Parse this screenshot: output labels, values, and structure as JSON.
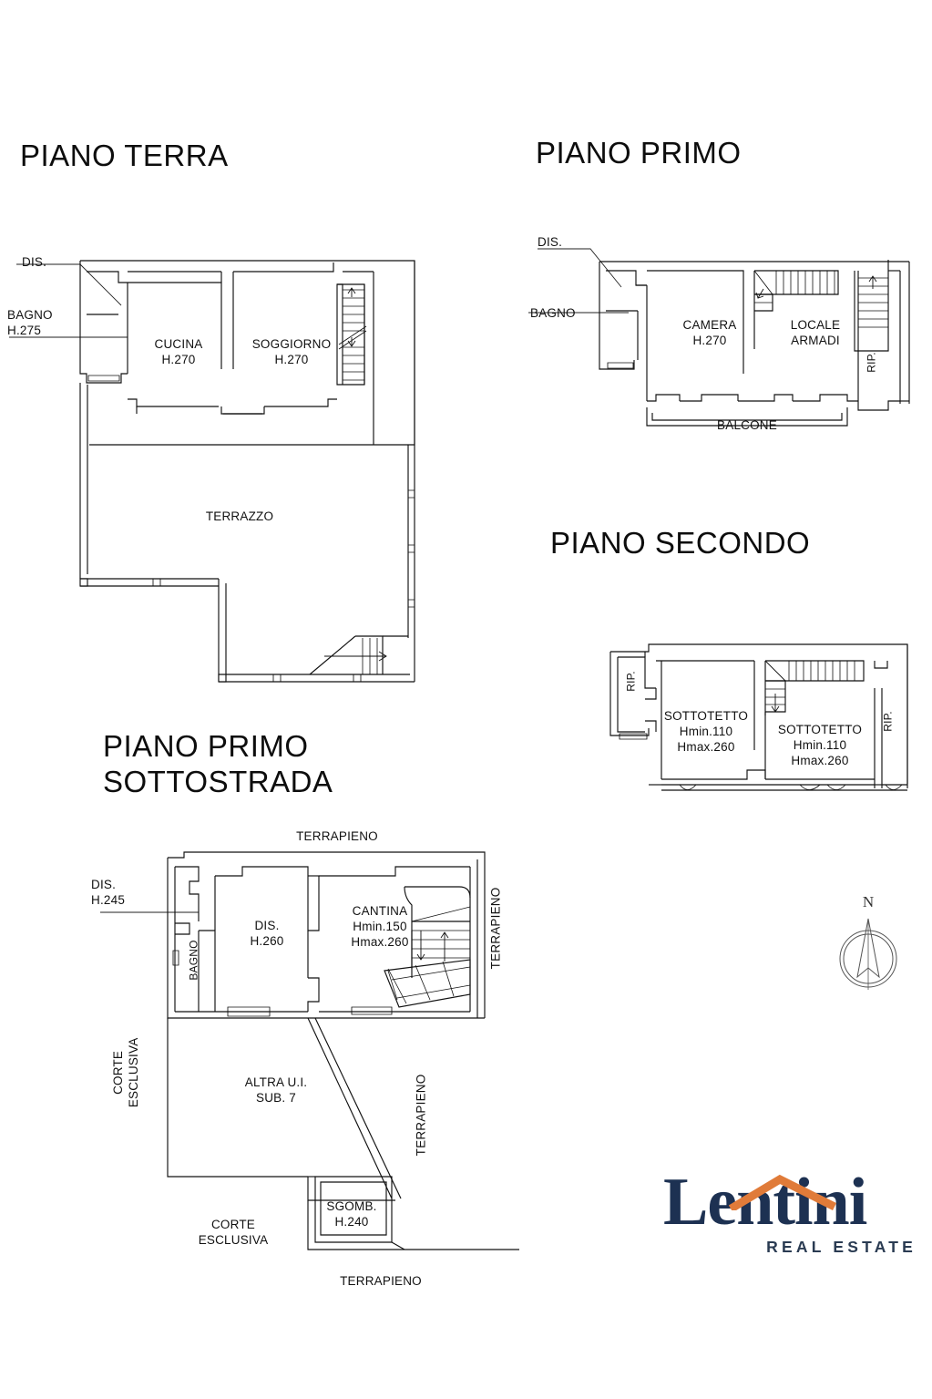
{
  "document": {
    "type": "floor-plan",
    "background_color": "#ffffff",
    "line_color": "#111111"
  },
  "plans": {
    "piano_terra": {
      "title": "PIANO TERRA",
      "rooms": [
        {
          "name": "CUCINA",
          "height": "H.270"
        },
        {
          "name": "SOGGIORNO",
          "height": "H.270"
        },
        {
          "name": "TERRAZZO",
          "height": ""
        }
      ],
      "annotations": [
        {
          "name": "DIS.",
          "height": ""
        },
        {
          "name": "BAGNO",
          "height": "H.275"
        }
      ],
      "labels": {
        "cucina": "CUCINA\nH.270",
        "soggiorno": "SOGGIORNO\nH.270",
        "terrazzo": "TERRAZZO",
        "dis": "DIS.",
        "bagno": "BAGNO\nH.275"
      }
    },
    "piano_primo": {
      "title": "PIANO PRIMO",
      "labels": {
        "camera": "CAMERA\nH.270",
        "locale_armadi": "LOCALE\nARMADI",
        "balcone": "BALCONE",
        "rip": "RIP.",
        "dis": "DIS.",
        "bagno": "BAGNO"
      }
    },
    "piano_secondo": {
      "title": "PIANO SECONDO",
      "labels": {
        "sottotetto_left": "SOTTOTETTO\nHmin.110\nHmax.260",
        "sottotetto_right": "SOTTOTETTO\nHmin.110\nHmax.260",
        "rip_left": "RIP.",
        "rip_right": "RIP."
      }
    },
    "piano_primo_sottostrada": {
      "title": "PIANO PRIMO\nSOTTOSTRADA",
      "labels": {
        "terrapieno_top": "TERRAPIENO",
        "terrapieno_right": "TERRAPIENO",
        "terrapieno_mid": "TERRAPIENO",
        "terrapieno_bottom": "TERRAPIENO",
        "dis_h245": "DIS.\nH.245",
        "bagno": "BAGNO",
        "dis_h260": "DIS.\nH.260",
        "cantina": "CANTINA\nHmin.150\nHmax.260",
        "corte_esclusiva_left": "CORTE\nESCLUSIVA",
        "corte_esclusiva_bottom": "CORTE\nESCLUSIVA",
        "altra_ui": "ALTRA U.I.\nSUB. 7",
        "sgomb": "SGOMB.\nH.240"
      }
    }
  },
  "compass": {
    "label": "N"
  },
  "logo": {
    "word": "Lentini",
    "subtitle": "REAL ESTATE",
    "word_color": "#1d3152",
    "accent_color": "#e07b39"
  }
}
